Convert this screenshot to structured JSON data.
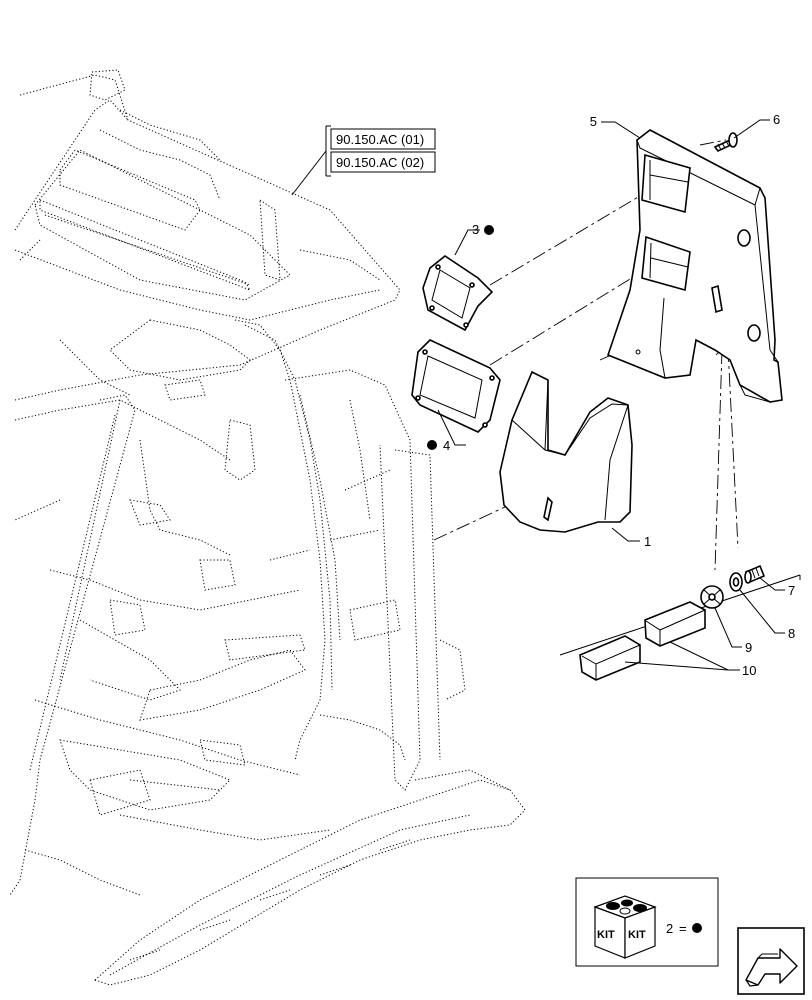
{
  "references": [
    "90.150.AC (01)",
    "90.150.AC (02)"
  ],
  "callouts": {
    "c1": "1",
    "c2": "2",
    "c3": "3",
    "c4": "4",
    "c5": "5",
    "c6": "6",
    "c7": "7",
    "c8": "8",
    "c9": "9",
    "c10": "10"
  },
  "kit": {
    "label_left": "KIT",
    "label_right": "KIT",
    "legend_equals": "=",
    "legend_symbol": "filled-dot"
  },
  "nav": {
    "icon": "next-page-arrow-icon"
  },
  "colors": {
    "line": "#000000",
    "background": "#ffffff"
  }
}
